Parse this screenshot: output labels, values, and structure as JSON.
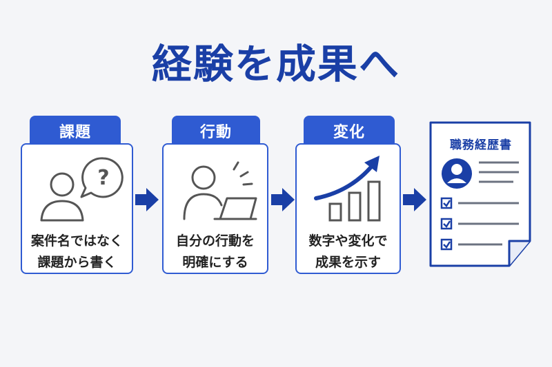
{
  "title": "経験を成果へ",
  "steps": [
    {
      "tab": "課題",
      "line1": "案件名ではなく",
      "line2": "課題から書く",
      "icon": "person-question-icon"
    },
    {
      "tab": "行動",
      "line1": "自分の行動を",
      "line2": "明確にする",
      "icon": "person-laptop-icon"
    },
    {
      "tab": "変化",
      "line1": "数字や変化で",
      "line2": "成果を示す",
      "icon": "growth-chart-icon"
    }
  ],
  "document": {
    "title": "職務経歴書",
    "icon": "resume-document-icon"
  },
  "colors": {
    "primary": "#2f5bd2",
    "title": "#1a3fa6",
    "icon_gray": "#555555",
    "background": "#f4f5f8"
  }
}
